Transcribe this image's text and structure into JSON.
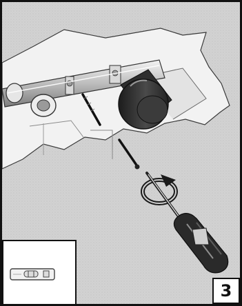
{
  "step": {
    "number": "3"
  },
  "figure": {
    "icons": [
      "wall-bracket",
      "mounting-rod",
      "rod-end-knob",
      "screw",
      "screwdriver",
      "rotate-arrow-icon",
      "spirit-level"
    ]
  }
}
